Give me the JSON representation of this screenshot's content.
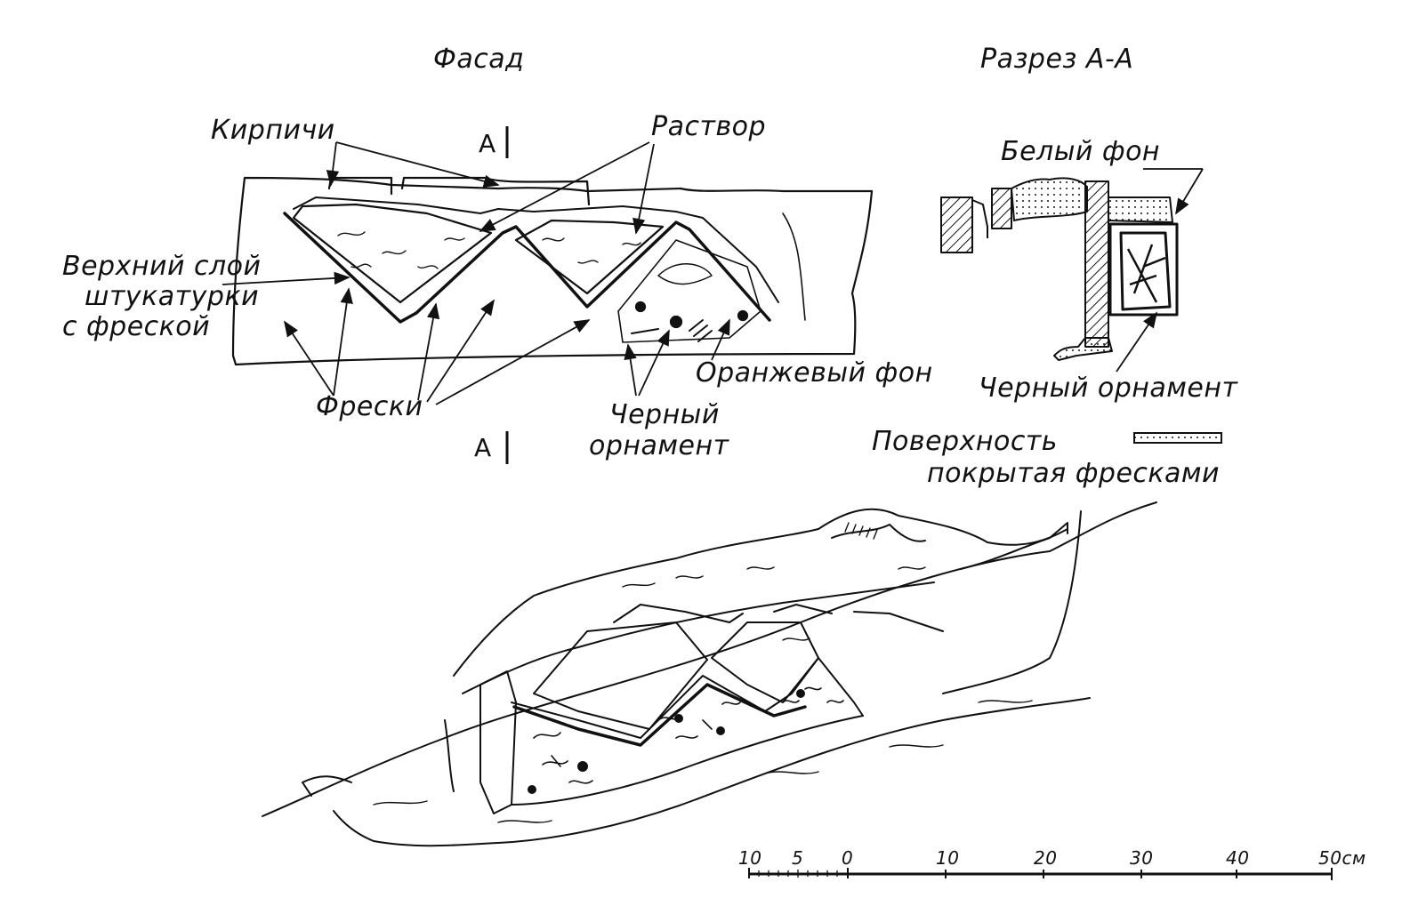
{
  "titles": {
    "facade": "Фасад",
    "section": "Разрез А-А"
  },
  "section_marks": {
    "top": "А",
    "bottom": "А"
  },
  "facade_labels": {
    "bricks": "Кирпичи",
    "mortar": "Раствор",
    "upper_layer_line1": "Верхний слой",
    "upper_layer_line2": "штукатурки",
    "upper_layer_line3": "с фреской",
    "frescoes": "Фрески",
    "orange_bg": "Оранжевый фон",
    "black_ornament_line1": "Черный",
    "black_ornament_line2": "орнамент"
  },
  "section_labels": {
    "white_bg": "Белый фон",
    "black_ornament": "Черный орнамент"
  },
  "legend": {
    "line1": "Поверхность",
    "line2": "покрытая фресками"
  },
  "scale": {
    "ticks": [
      "10",
      "5",
      "0",
      "10",
      "20",
      "30",
      "40",
      "50см"
    ]
  },
  "colors": {
    "ink": "#111111",
    "paper": "#ffffff"
  }
}
